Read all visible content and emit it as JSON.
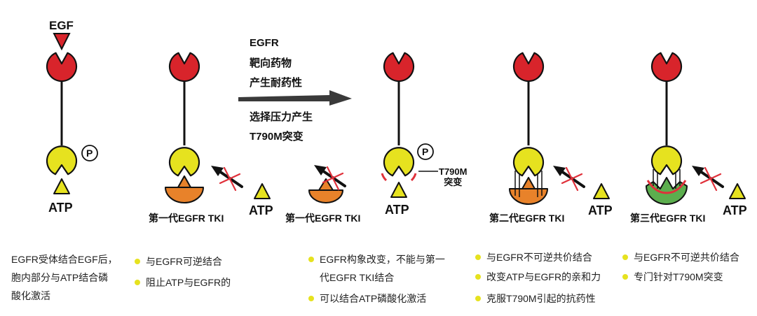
{
  "labels": {
    "egf": "EGF",
    "atp": "ATP",
    "phospho": "P",
    "tki1": "第一代EGFR TKI",
    "tki2": "第二代EGFR TKI",
    "tki3": "第三代EGFR TKI",
    "t790m_line1": "T790M",
    "t790m_line2": "突变"
  },
  "middle_text": {
    "line1": "EGFR",
    "line2": "靶向药物",
    "line3": "产生耐药性",
    "line4": "选择压力产生",
    "line5": "T790M突变"
  },
  "description": {
    "line1": "EGFR受体结合EGF后，",
    "line2": "胞内部分与ATP结合磷",
    "line3": "酸化激活"
  },
  "bullets": {
    "col1": [
      "与EGFR可逆结合",
      "阻止ATP与EGFR的"
    ],
    "col2_item1_line1": "EGFR构象改变，不能与第一",
    "col2_item1_line2": "代EGFR TKI结合",
    "col2_item2": "可以结合ATP磷酸化激活",
    "col3": [
      "与EGFR不可逆共价结合",
      "改变ATP与EGFR的亲和力",
      "克服T790M引起的抗药性"
    ],
    "col4": [
      "与EGFR不可逆共价结合",
      "专门针对T790M突变"
    ]
  },
  "colors": {
    "receptor_red": "#d8242b",
    "kinase_yellow": "#e6e21f",
    "tki_orange": "#e8822a",
    "tki_green": "#5cae4e",
    "block_red": "#e0303a",
    "bullet_yellow": "#e6e21f"
  }
}
